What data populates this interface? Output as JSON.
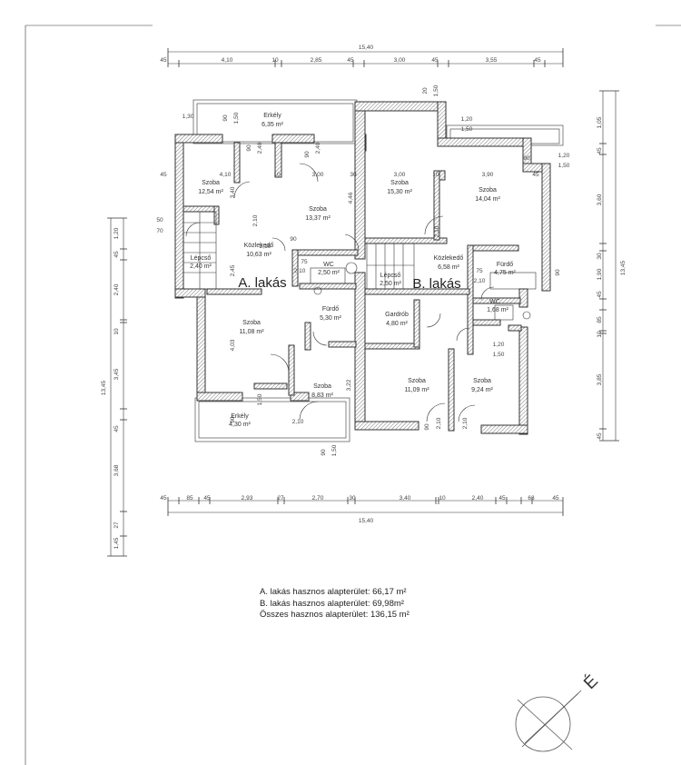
{
  "rooms": {
    "erkely_top": {
      "name": "Erkély",
      "area": "6,35 m²"
    },
    "szoba_a1": {
      "name": "Szoba",
      "area": "12,54 m²"
    },
    "szoba_a2": {
      "name": "Szoba",
      "area": "13,37 m²"
    },
    "kozlekedo_a": {
      "name": "Közlekedő",
      "area": "10,63 m²"
    },
    "lepcso": {
      "name": "Lépcső",
      "area": "2,40 m²"
    },
    "wc_a": {
      "name": "WC",
      "area": "2,50 m²"
    },
    "furdo_a": {
      "name": "Fürdő",
      "area": "5,30 m²"
    },
    "szoba_a3": {
      "name": "Szoba",
      "area": "11,08 m²"
    },
    "szoba_a4": {
      "name": "Szoba",
      "area": "8,83 m²"
    },
    "erkely_bottom": {
      "name": "Erkély",
      "area": "4,30 m²"
    },
    "szoba_b1": {
      "name": "Szoba",
      "area": "15,30 m²"
    },
    "szoba_b2": {
      "name": "Szoba",
      "area": "14,04 m²"
    },
    "kozlekedo_b": {
      "name": "Közlekedő",
      "area": "6,58 m²"
    },
    "lepcso_b": {
      "name": "Lépcső",
      "area": "2,50 m²"
    },
    "furdo_b": {
      "name": "Fürdő",
      "area": "4,75 m²"
    },
    "wc_b": {
      "name": "WC",
      "area": "1,68 m²"
    },
    "gardrob": {
      "name": "Gardrób",
      "area": "4,80 m²"
    },
    "szoba_b3": {
      "name": "Szoba",
      "area": "11,09 m²"
    },
    "szoba_b4": {
      "name": "Szoba",
      "area": "9,24 m²"
    }
  },
  "units": {
    "a": "A. lakás",
    "b": "B. lakás"
  },
  "dims": {
    "top_total": "15,40",
    "top_chain": [
      "45",
      "4,10",
      "10",
      "2,85",
      "45",
      "3,00",
      "45",
      "3,55",
      "45"
    ],
    "bottom_total": "15,40",
    "bottom_chain": [
      "45",
      "85",
      "45",
      "2,93",
      "27",
      "2,70",
      "30",
      "3,40",
      "10",
      "2,40",
      "45",
      "63",
      "45"
    ],
    "left_total": "13,45",
    "left_chain": [
      "1,20",
      "45",
      "2,40",
      "10",
      "3,45",
      "45",
      "3,68",
      "1,45",
      "27"
    ],
    "right_total": "13,45",
    "right_chain": [
      "1,05",
      "45",
      "3,60",
      "30",
      "1,90",
      "45",
      "85",
      "10",
      "3,85",
      "45"
    ],
    "inner": {
      "row1": [
        "45",
        "4,10",
        "10",
        "3,00",
        "30",
        "3,00",
        "10",
        "3,90",
        "45"
      ],
      "misc": [
        "1,30",
        "90",
        "1,50",
        "2,40",
        "90",
        "90",
        "2,40",
        "1,20",
        "1,50",
        "90",
        "1,20",
        "1,50",
        "20",
        "1,50",
        "2,10",
        "3,40",
        "4,46",
        "50",
        "70",
        "2,45",
        "90",
        "2,10",
        "75",
        "2,10",
        "4,03",
        "3,22",
        "90",
        "2,10",
        "1,50",
        "90",
        "1,50",
        "75",
        "2,10",
        "90",
        "1,20",
        "1,50",
        "2,10",
        "90",
        "2,10",
        "2,10"
      ]
    }
  },
  "summary": [
    "A. lakás hasznos alapterület: 66,17 m²",
    "B. lakás hasznos alapterület: 69,98m²",
    "Összes hasznos alapterület: 136,15 m²"
  ],
  "north": {
    "label": "É"
  }
}
